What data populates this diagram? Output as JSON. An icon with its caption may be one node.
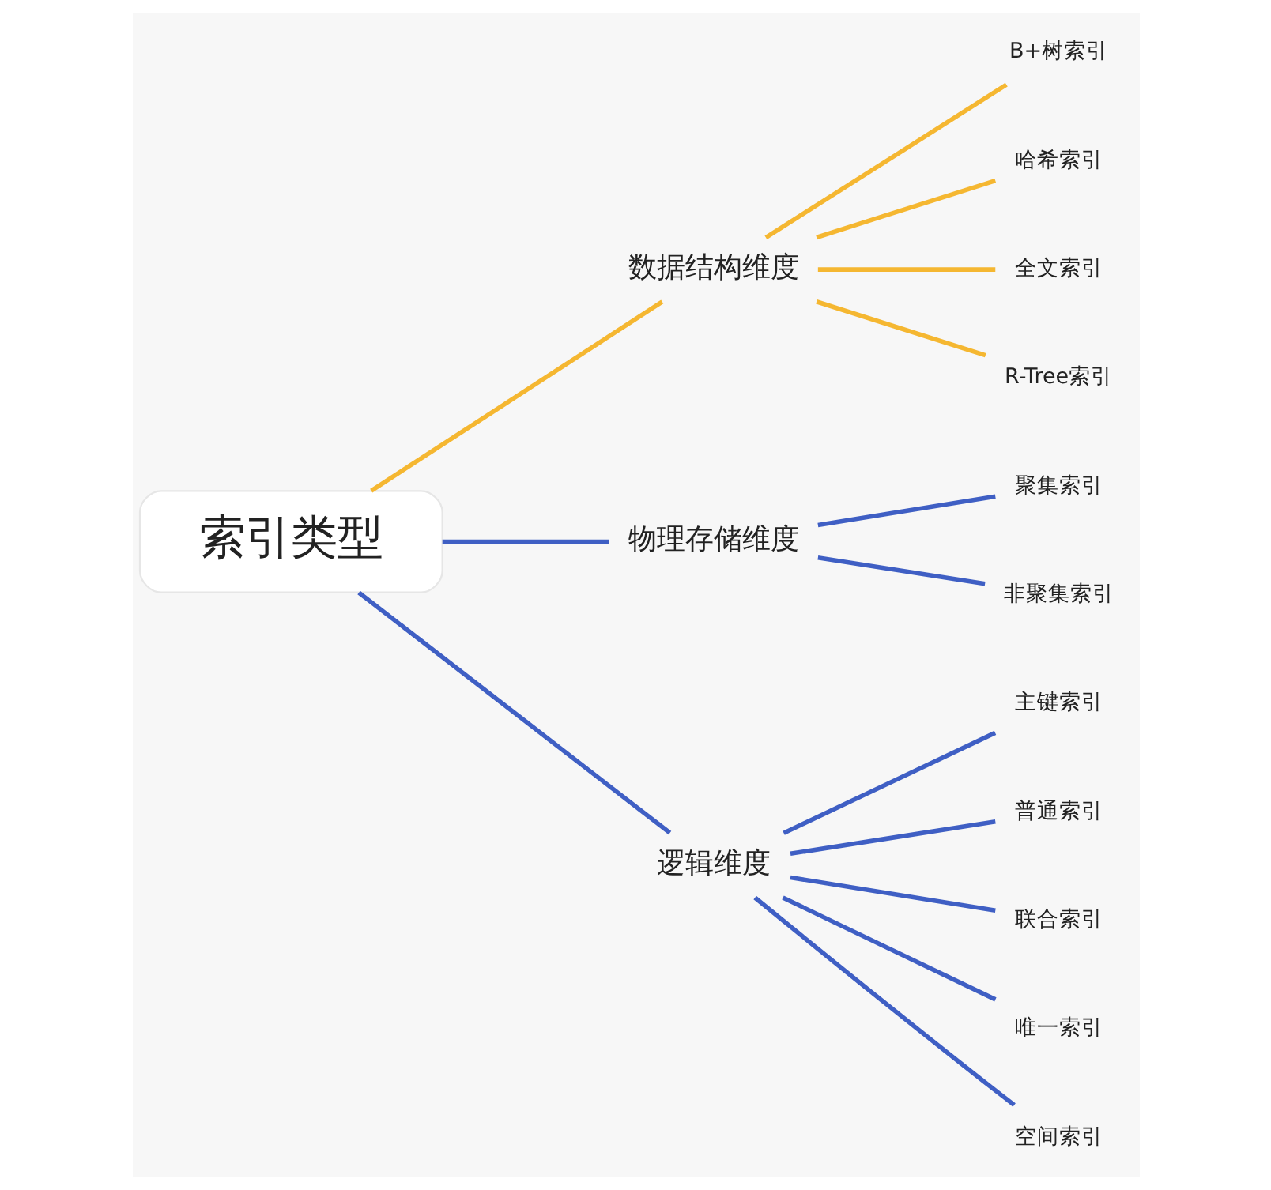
{
  "diagram": {
    "nodes": [
      {
        "text": [
          "索引类型"
        ]
      },
      {
        "text": [
          "数据结构维度"
        ]
      },
      {
        "text": [
          "物理存储维度"
        ]
      },
      {
        "text": [
          "逻辑维度"
        ]
      },
      {
        "text": [
          "B+树索引"
        ]
      },
      {
        "text": [
          "哈希索引"
        ]
      },
      {
        "text": [
          "全文索引"
        ]
      },
      {
        "text": [
          "R-Tree索引"
        ]
      },
      {
        "text": [
          "聚集索引"
        ]
      },
      {
        "text": [
          "非聚集索引"
        ]
      },
      {
        "text": [
          "主键索引"
        ]
      },
      {
        "text": [
          "普通索引"
        ]
      },
      {
        "text": [
          "联合索引"
        ]
      },
      {
        "text": [
          "唯一索引"
        ]
      },
      {
        "text": [
          "空间索引"
        ]
      }
    ],
    "edges": [
      {
        "from": 0,
        "to": 1,
        "arrow": "none",
        "color": "#f5b731"
      },
      {
        "from": 0,
        "to": 2,
        "arrow": "none"
      },
      {
        "from": 0,
        "to": 3,
        "arrow": "none"
      },
      {
        "from": 1,
        "to": 4,
        "arrow": "none",
        "color": "#f5b731"
      },
      {
        "from": 1,
        "to": 5,
        "arrow": "none",
        "color": "#f5b731"
      },
      {
        "from": 1,
        "to": 6,
        "arrow": "none",
        "color": "#f5b731"
      },
      {
        "from": 1,
        "to": 7,
        "arrow": "none",
        "color": "#f5b731"
      },
      {
        "from": 2,
        "to": 8,
        "arrow": "none"
      },
      {
        "from": 2,
        "to": 9,
        "arrow": "none"
      },
      {
        "from": 3,
        "to": 10,
        "arrow": "none"
      },
      {
        "from": 3,
        "to": 11,
        "arrow": "none"
      },
      {
        "from": 3,
        "to": 12,
        "arrow": "none"
      },
      {
        "from": 3,
        "to": 13,
        "arrow": "none"
      },
      {
        "from": 3,
        "to": 14,
        "arrow": "none"
      }
    ]
  }
}
